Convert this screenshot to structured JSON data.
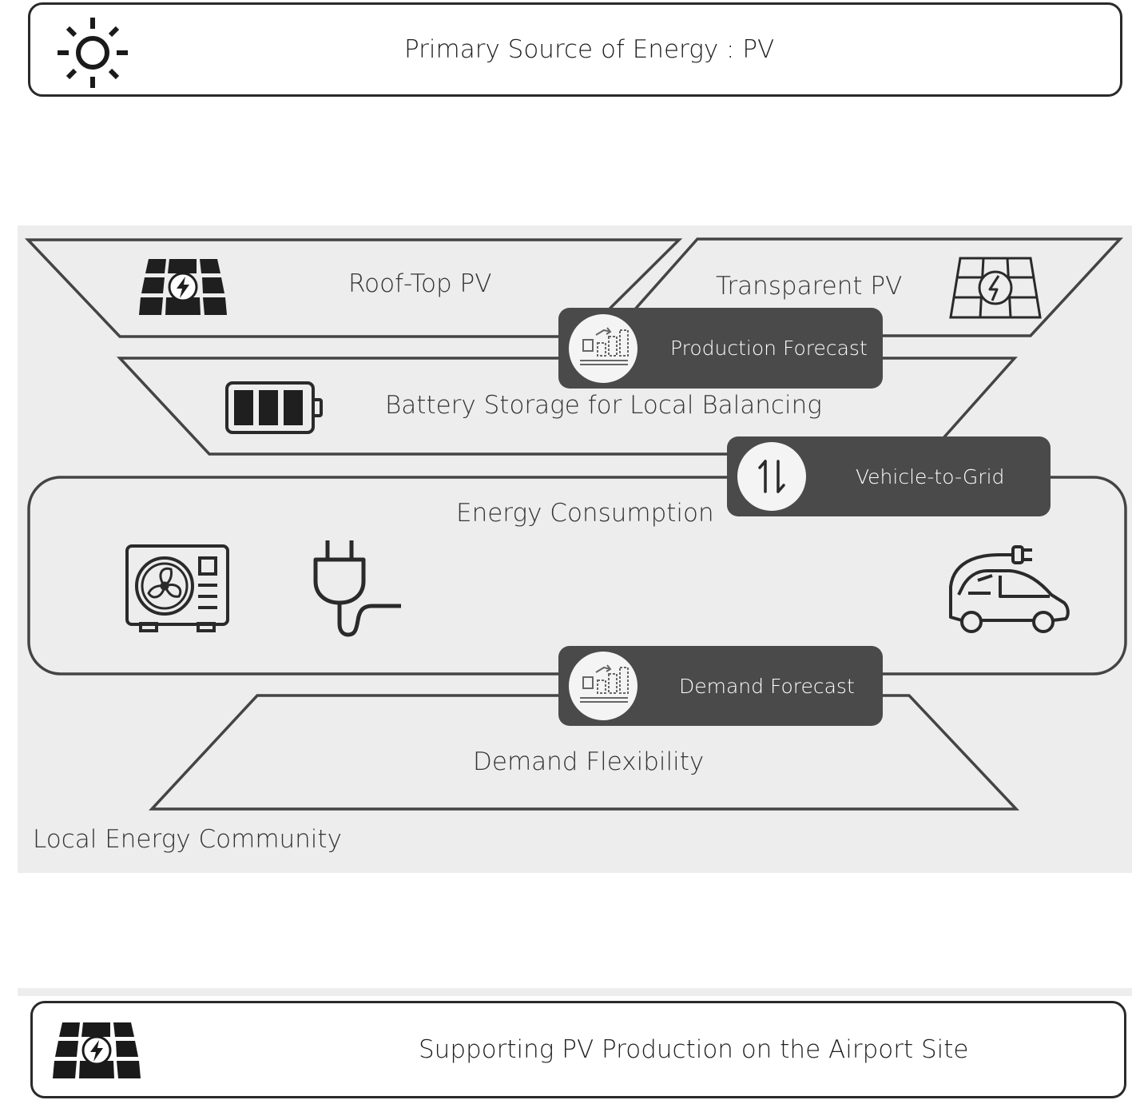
{
  "header": {
    "title": "Primary Source of Energy : PV",
    "icon": "sun-icon"
  },
  "community": {
    "label": "Local Energy Community",
    "layers": {
      "rooftop_pv": {
        "label": "Roof-Top PV",
        "icon": "solar-panel-icon"
      },
      "transparent_pv": {
        "label": "Transparent PV",
        "icon": "transparent-solar-panel-icon"
      },
      "battery": {
        "label": "Battery Storage for Local Balancing",
        "icon": "battery-icon"
      },
      "consumption": {
        "label": "Energy Consumption",
        "icons": [
          "heat-pump-icon",
          "power-plug-icon",
          "electric-car-icon"
        ]
      },
      "flexibility": {
        "label": "Demand Flexibility"
      }
    },
    "badges": {
      "production_forecast": {
        "label": "Production Forecast",
        "icon": "forecast-chart-icon"
      },
      "vehicle_to_grid": {
        "label": "Vehicle-to-Grid",
        "icon": "bidirectional-arrows-icon"
      },
      "demand_forecast": {
        "label": "Demand Forecast",
        "icon": "forecast-chart-icon"
      }
    }
  },
  "footer": {
    "title": "Supporting PV Production on the Airport Site",
    "icon": "solar-panel-icon"
  },
  "colors": {
    "outline": "#2a2a2a",
    "community_bg": "#ededed",
    "badge_bg": "#4b4a4a",
    "badge_text": "#ffffff"
  }
}
